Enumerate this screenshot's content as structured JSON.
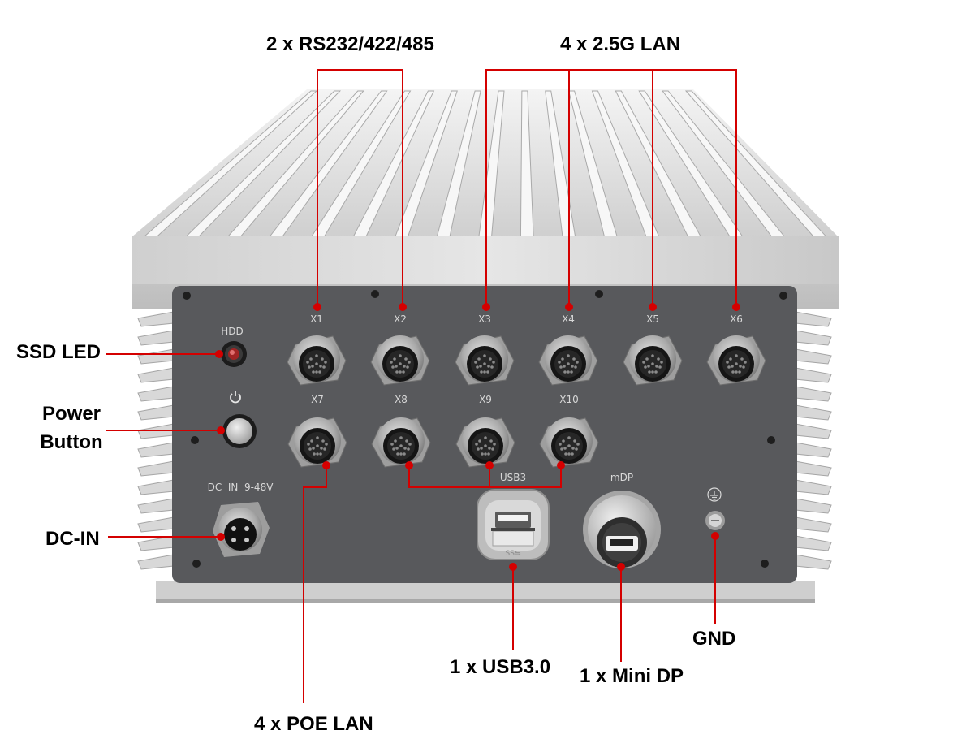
{
  "callouts": {
    "serial": "2 x RS232/422/485",
    "lan25": "4 x 2.5G LAN",
    "ssd_led": "SSD LED",
    "power_button_line1": "Power",
    "power_button_line2": "Button",
    "dc_in": "DC-IN",
    "poe_lan": "4 x POE LAN",
    "usb": "1 x USB3.0",
    "mini_dp": "1 x Mini DP",
    "gnd": "GND"
  },
  "panel_labels": {
    "hdd": "HDD",
    "dc_in": "DC  IN  9-48V",
    "usb3": "USB3",
    "mdp": "mDP",
    "usb_port_mark": "SS⇋",
    "ports_top": [
      "X1",
      "X2",
      "X3",
      "X4",
      "X5",
      "X6"
    ],
    "ports_bottom": [
      "X7",
      "X8",
      "X9",
      "X10"
    ]
  },
  "icons": [
    "power-icon",
    "ground-icon"
  ],
  "colors": {
    "leader": "#d40000",
    "panel": "#58595c",
    "heatsink": "#d2d2d2",
    "text": "#000000"
  }
}
